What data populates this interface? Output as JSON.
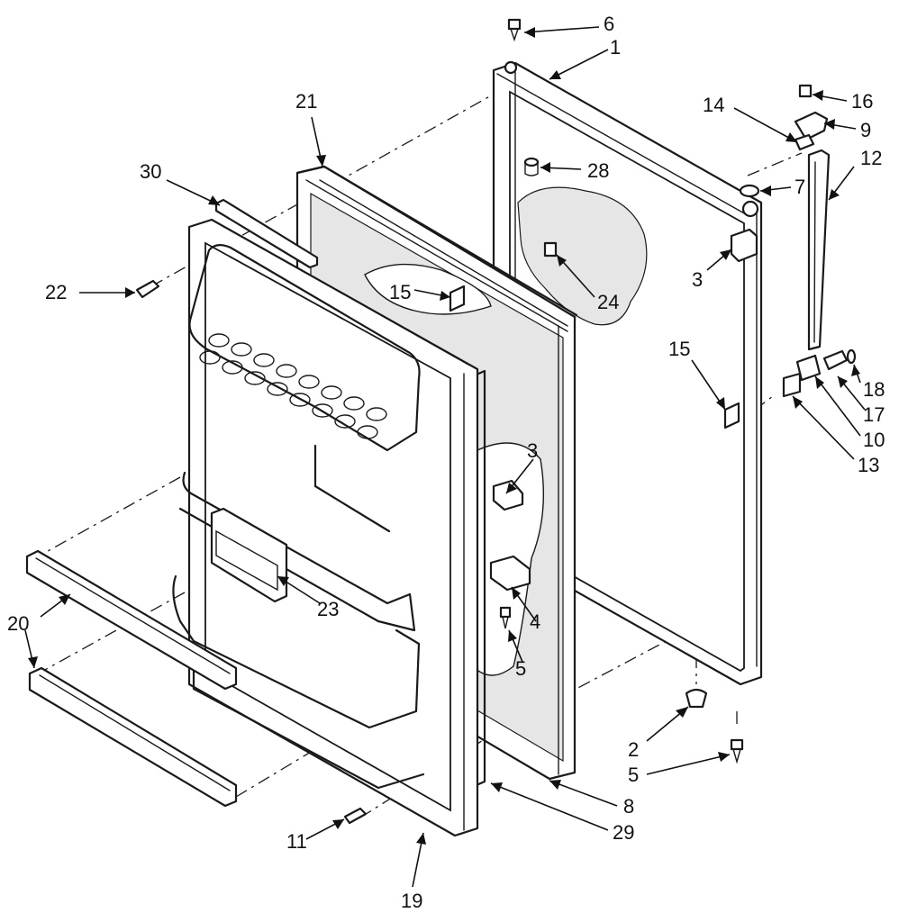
{
  "callouts": [
    {
      "id": "1",
      "label": "1"
    },
    {
      "id": "2",
      "label": "2"
    },
    {
      "id": "3a",
      "label": "3"
    },
    {
      "id": "3b",
      "label": "3"
    },
    {
      "id": "4",
      "label": "4"
    },
    {
      "id": "5a",
      "label": "5"
    },
    {
      "id": "5b",
      "label": "5"
    },
    {
      "id": "6",
      "label": "6"
    },
    {
      "id": "7",
      "label": "7"
    },
    {
      "id": "8",
      "label": "8"
    },
    {
      "id": "9",
      "label": "9"
    },
    {
      "id": "10",
      "label": "10"
    },
    {
      "id": "11",
      "label": "11"
    },
    {
      "id": "12",
      "label": "12"
    },
    {
      "id": "13",
      "label": "13"
    },
    {
      "id": "14",
      "label": "14"
    },
    {
      "id": "15a",
      "label": "15"
    },
    {
      "id": "15b",
      "label": "15"
    },
    {
      "id": "16",
      "label": "16"
    },
    {
      "id": "17",
      "label": "17"
    },
    {
      "id": "18",
      "label": "18"
    },
    {
      "id": "19",
      "label": "19"
    },
    {
      "id": "20",
      "label": "20"
    },
    {
      "id": "21",
      "label": "21"
    },
    {
      "id": "22",
      "label": "22"
    },
    {
      "id": "23",
      "label": "23"
    },
    {
      "id": "24",
      "label": "24"
    },
    {
      "id": "28",
      "label": "28"
    },
    {
      "id": "29",
      "label": "29"
    },
    {
      "id": "30",
      "label": "30"
    }
  ]
}
